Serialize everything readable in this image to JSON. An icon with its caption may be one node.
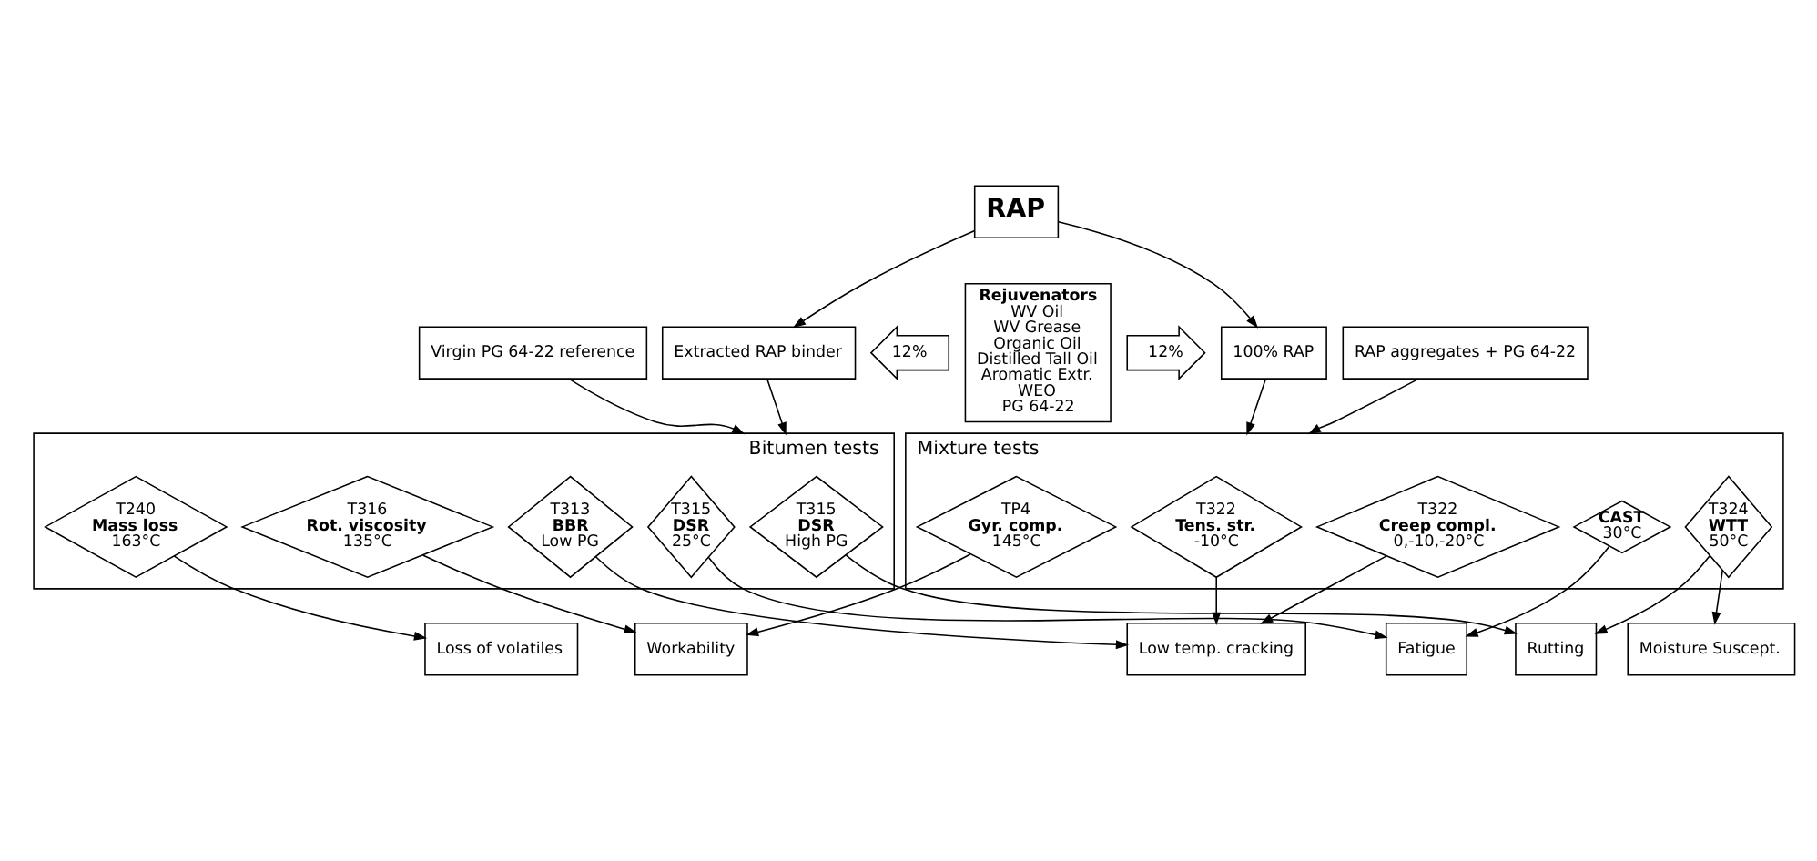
{
  "diagram": {
    "nodes": [
      {
        "text": [
          "RAP"
        ]
      },
      {
        "text": [
          "Virgin PG 64-22 reference"
        ]
      },
      {
        "text": [
          "Extracted RAP binder"
        ]
      },
      {
        "text": [
          "12%"
        ]
      },
      {
        "text": [
          "Rejuvenators",
          "WV Oil",
          "WV Grease",
          "Organic Oil",
          "Distilled Tall Oil",
          "Aromatic Extr.",
          "WEO",
          "PG 64-22"
        ]
      },
      {
        "text": [
          "12%"
        ]
      },
      {
        "text": [
          "100% RAP"
        ]
      },
      {
        "text": [
          "RAP aggregates + PG 64-22"
        ]
      },
      {
        "text": [
          "Bitumen tests"
        ]
      },
      {
        "text": [
          "T315",
          "DSR",
          "High PG"
        ],
        "in": 8
      },
      {
        "text": [
          "T240",
          "Mass loss",
          "163°C"
        ],
        "in": 8
      },
      {
        "text": [
          "T315",
          "DSR",
          "25°C"
        ],
        "in": 8
      },
      {
        "text": [
          "T313",
          "BBR",
          "Low PG"
        ],
        "in": 8
      },
      {
        "text": [
          "T316",
          "Rot. viscosity",
          "135°C"
        ],
        "in": 8
      },
      {
        "text": [
          "Mixture tests"
        ]
      },
      {
        "text": [
          "T322",
          "Tens. str.",
          "-10°C"
        ],
        "in": 14
      },
      {
        "text": [
          "CAST",
          "30°C"
        ],
        "in": 14
      },
      {
        "text": [
          "TP4",
          "Gyr. comp.",
          "145°C"
        ],
        "in": 14
      },
      {
        "text": [
          "T322",
          "Creep compl.",
          "0,-10,-20°C"
        ],
        "in": 14
      },
      {
        "text": [
          "T324",
          "WTT",
          "50°C"
        ],
        "in": 14
      },
      {
        "text": [
          "Workability"
        ]
      },
      {
        "text": [
          "Low temp. cracking"
        ]
      },
      {
        "text": [
          "Fatigue"
        ]
      },
      {
        "text": [
          "Rutting"
        ]
      },
      {
        "text": [
          "Loss of volatiles"
        ]
      },
      {
        "text": [
          "Moisture Suscept."
        ]
      }
    ],
    "edges": [
      {
        "from": 0,
        "to": 2,
        "arrow": "to"
      },
      {
        "from": 0,
        "to": 6,
        "arrow": "to"
      },
      {
        "from": 1,
        "to": 8,
        "arrow": "to"
      },
      {
        "from": 2,
        "to": 8,
        "arrow": "to"
      },
      {
        "from": 6,
        "to": 14,
        "arrow": "to"
      },
      {
        "from": 7,
        "to": 14,
        "arrow": "to"
      },
      {
        "from": 10,
        "to": 24,
        "arrow": "to"
      },
      {
        "from": 9,
        "to": 23,
        "arrow": "to"
      },
      {
        "from": 11,
        "to": 22,
        "arrow": "to"
      },
      {
        "from": 12,
        "to": 21,
        "arrow": "to"
      },
      {
        "from": 13,
        "to": 20,
        "arrow": "to"
      },
      {
        "from": 17,
        "to": 20,
        "arrow": "to"
      },
      {
        "from": 15,
        "to": 21,
        "arrow": "to"
      },
      {
        "from": 18,
        "to": 21,
        "arrow": "to"
      },
      {
        "from": 16,
        "to": 22,
        "arrow": "to"
      },
      {
        "from": 19,
        "to": 25,
        "arrow": "to"
      },
      {
        "from": 19,
        "to": 23,
        "arrow": "to"
      }
    ]
  }
}
